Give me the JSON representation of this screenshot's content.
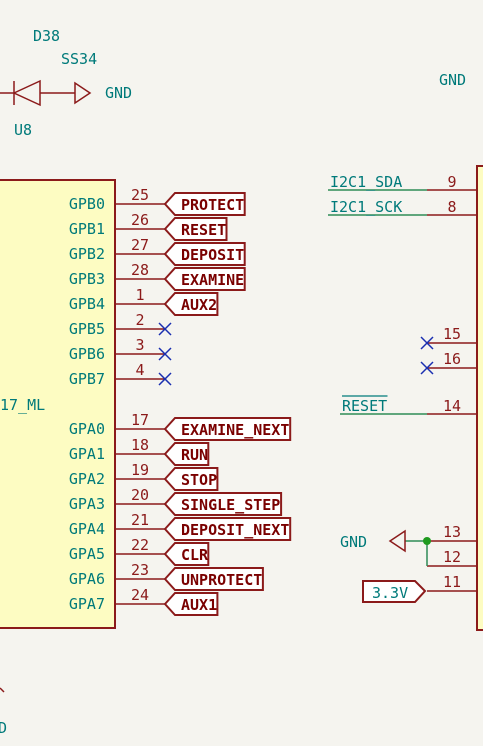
{
  "diode": {
    "ref": "D38",
    "value": "SS34",
    "net": "GND"
  },
  "u8": {
    "ref": "U8"
  },
  "top_right_gnd": "GND",
  "left_chip": {
    "part_fragment": "17_ML",
    "pins": [
      {
        "name": "GPB0",
        "num": "25",
        "net": "PROTECT"
      },
      {
        "name": "GPB1",
        "num": "26",
        "net": "RESET"
      },
      {
        "name": "GPB2",
        "num": "27",
        "net": "DEPOSIT"
      },
      {
        "name": "GPB3",
        "num": "28",
        "net": "EXAMINE"
      },
      {
        "name": "GPB4",
        "num": "1",
        "net": "AUX2"
      },
      {
        "name": "GPB5",
        "num": "2",
        "net": ""
      },
      {
        "name": "GPB6",
        "num": "3",
        "net": ""
      },
      {
        "name": "GPB7",
        "num": "4",
        "net": ""
      },
      {
        "name": "GPA0",
        "num": "17",
        "net": "EXAMINE_NEXT"
      },
      {
        "name": "GPA1",
        "num": "18",
        "net": "RUN"
      },
      {
        "name": "GPA2",
        "num": "19",
        "net": "STOP"
      },
      {
        "name": "GPA3",
        "num": "20",
        "net": "SINGLE_STEP"
      },
      {
        "name": "GPA4",
        "num": "21",
        "net": "DEPOSIT_NEXT"
      },
      {
        "name": "GPA5",
        "num": "22",
        "net": "CLR"
      },
      {
        "name": "GPA6",
        "num": "23",
        "net": "UNPROTECT"
      },
      {
        "name": "GPA7",
        "num": "24",
        "net": "AUX1"
      }
    ]
  },
  "right_chip": {
    "signals": [
      {
        "label": "I2C1_SDA",
        "num": "9"
      },
      {
        "label": "I2C1_SCK",
        "num": "8"
      },
      {
        "label": "RESET",
        "num": "14",
        "overbar": true
      }
    ],
    "nc_pins": [
      "15",
      "16"
    ],
    "power_pins": {
      "gnd_label": "GND",
      "gnd_nums": [
        "13",
        "12"
      ],
      "vcc_label": "3.3V",
      "vcc_num": "11"
    }
  },
  "bottom_left_fragment": "D"
}
